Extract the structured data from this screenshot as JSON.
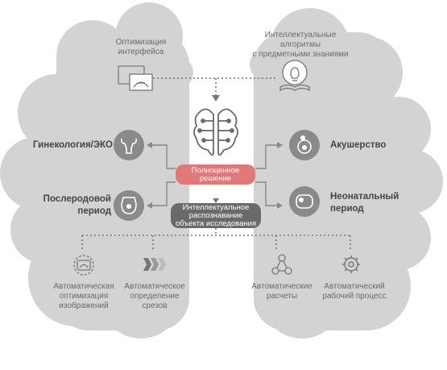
{
  "top": {
    "interface_optimization": "Оптимизация\nинтерфейса",
    "intelligent_algorithms": "Интеллектуальные\nалгоритмы\nс предметными знаниями"
  },
  "categories": {
    "gynecology": "Гинекология/ЭКО",
    "postpartum": "Послеродовой\nпериод",
    "obstetrics": "Акушерство",
    "neonatal": "Неонатальный\nпериод"
  },
  "center": {
    "complete_solution": "Полноценное\nрешение",
    "intelligent_recognition": "Интеллектуальное\nраспознавание\nобъекта исследования"
  },
  "bottom": {
    "auto_image_optimization": "Автоматическая\nоптимизация\nизображений",
    "auto_slice_detection": "Автоматическое\nопределение\nсрезов",
    "auto_calculations": "Автоматические\nрасчеты",
    "auto_workflow": "Автоматический\nрабочий процесс"
  },
  "colors": {
    "cloud": "#d3d3d3",
    "accent_red": "#e07a7a",
    "dark_pill": "#6a6a6a",
    "icon_gray": "#8a8a8a"
  }
}
